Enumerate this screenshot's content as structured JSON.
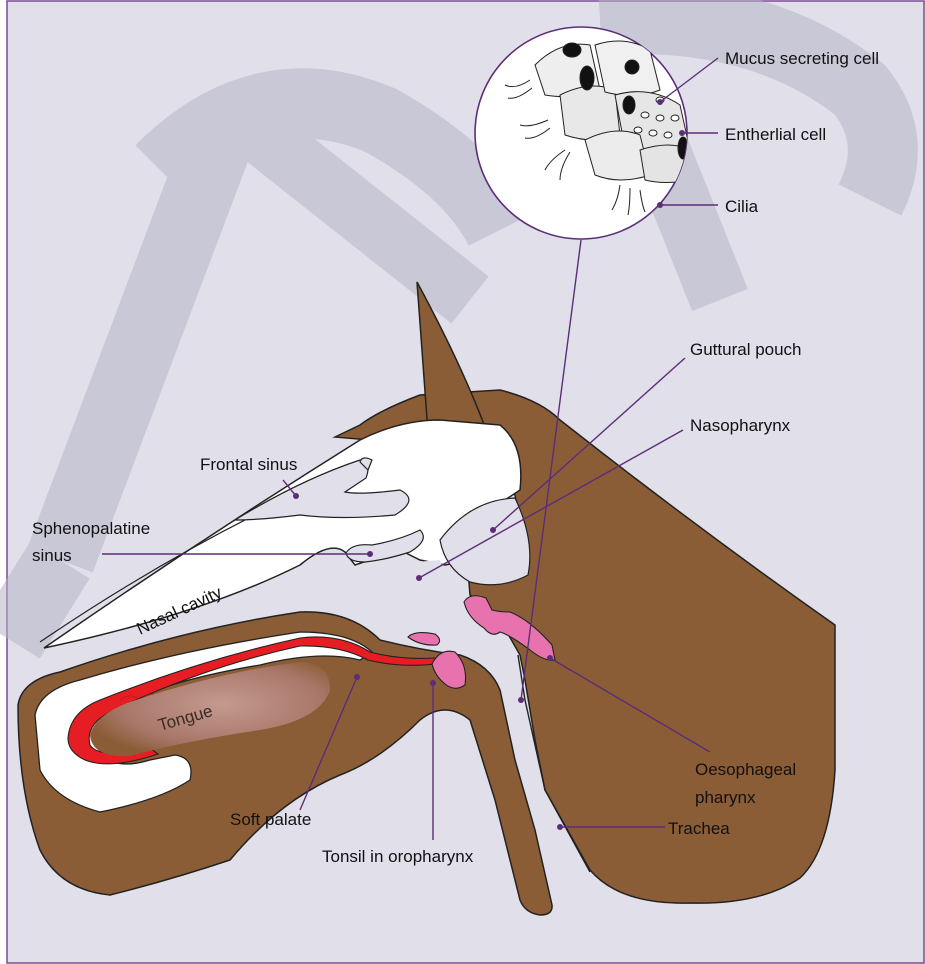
{
  "colors": {
    "background": "#e1e0ea",
    "frame": "#7a4a96",
    "tissue_brown": "#8b5d36",
    "cartilage_white": "#ffffff",
    "soft_palate_red": "#e61e24",
    "tonsil_pink": "#e872ae",
    "leader_purple": "#5c2d78",
    "watermark": "#b7b5c7"
  },
  "labels": {
    "mucus_cell": "Mucus secreting cell",
    "epithelial_cell": "Entherlial cell",
    "cilia": "Cilia",
    "guttural_pouch": "Guttural pouch",
    "nasopharynx": "Nasopharynx",
    "frontal_sinus": "Frontal sinus",
    "sphenopalatine_line1": "Sphenopalatine",
    "sphenopalatine_line2": "sinus",
    "nasal_cavity": "Nasal cavity",
    "tongue": "Tongue",
    "soft_palate": "Soft palate",
    "tonsil": "Tonsil in oropharynx",
    "trachea": "Trachea",
    "oesophageal_line1": "Oesophageal",
    "oesophageal_line2": "pharynx"
  },
  "icons": {
    "inset": "ciliated-epithelium-magnifier-icon"
  }
}
